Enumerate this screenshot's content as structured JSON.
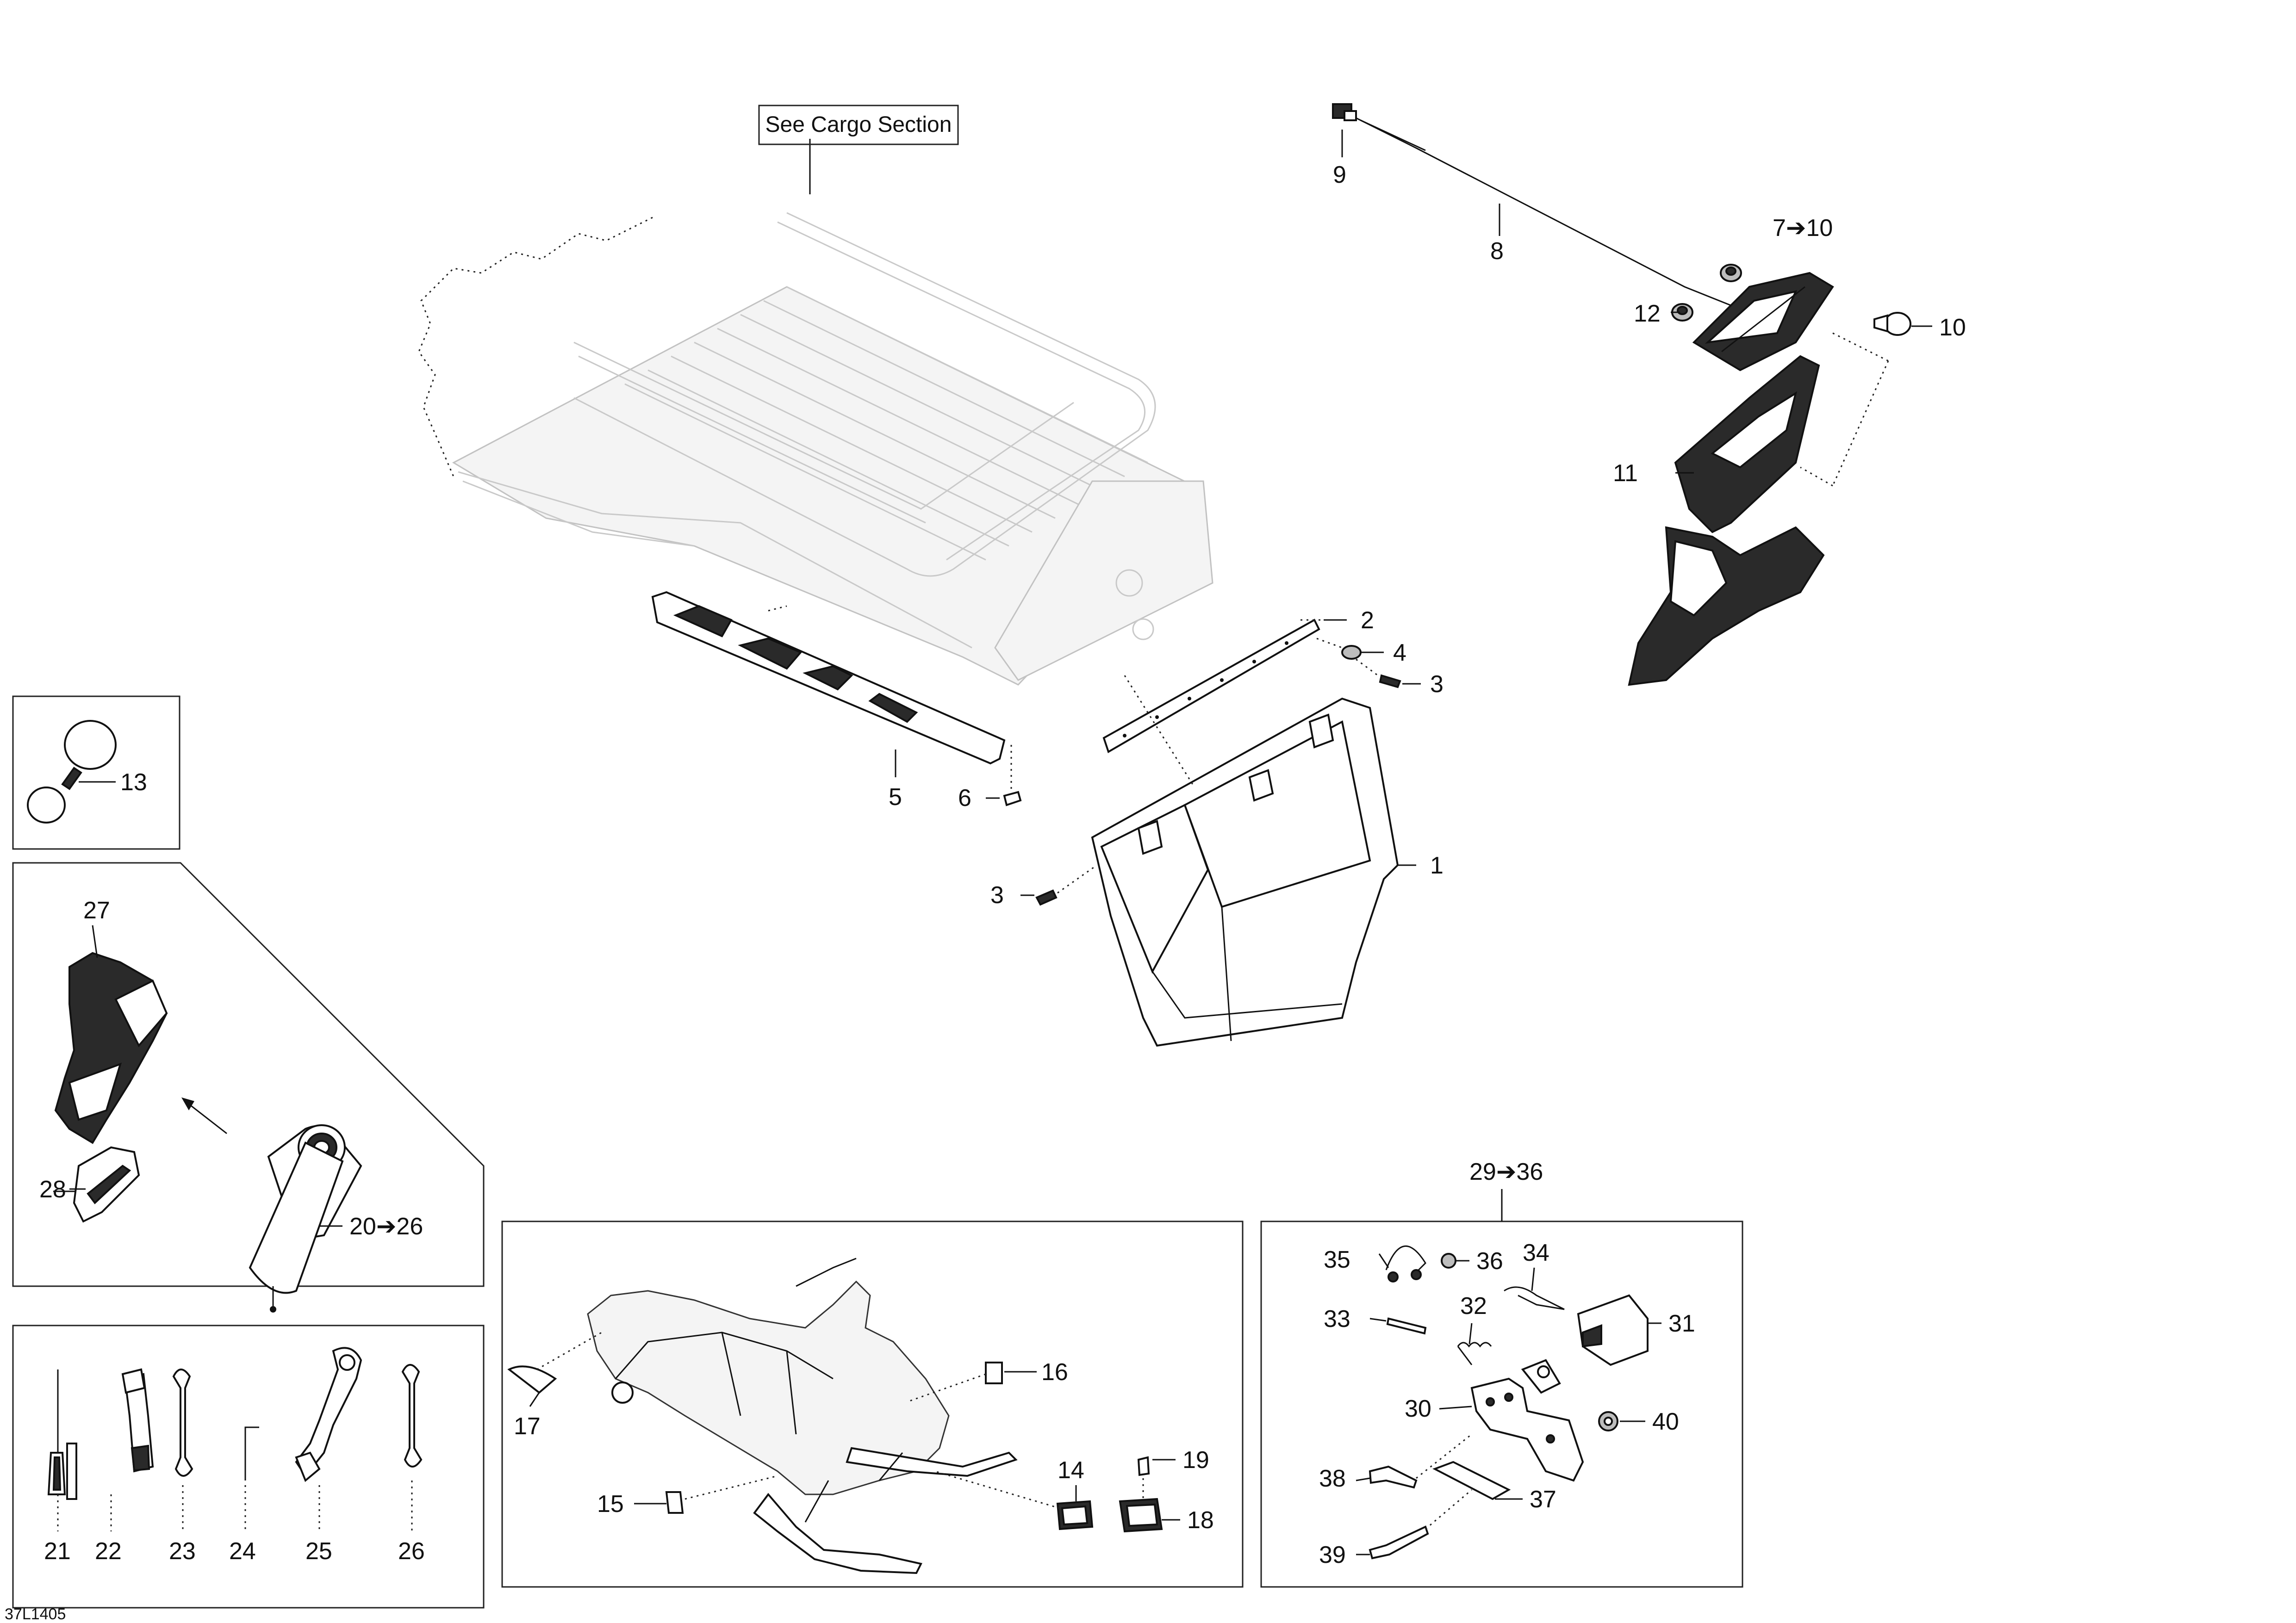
{
  "diagram_code": "37L1405",
  "reference_box": "See Cargo Section",
  "callouts": {
    "c1": "1",
    "c2": "2",
    "c3a": "3",
    "c3b": "3",
    "c4": "4",
    "c5": "5",
    "c6": "6",
    "c7_10": "7➔10",
    "c8": "8",
    "c9": "9",
    "c10": "10",
    "c11": "11",
    "c12": "12",
    "c13": "13",
    "c14": "14",
    "c15": "15",
    "c16": "16",
    "c17": "17",
    "c18": "18",
    "c19": "19",
    "c20_26": "20➔26",
    "c21": "21",
    "c22": "22",
    "c23": "23",
    "c24": "24",
    "c25": "25",
    "c26": "26",
    "c27": "27",
    "c28": "28",
    "c29_36": "29➔36",
    "c30": "30",
    "c31": "31",
    "c32": "32",
    "c33": "33",
    "c34": "34",
    "c35": "35",
    "c36": "36",
    "c37": "37",
    "c38": "38",
    "c39": "39",
    "c40": "40"
  }
}
